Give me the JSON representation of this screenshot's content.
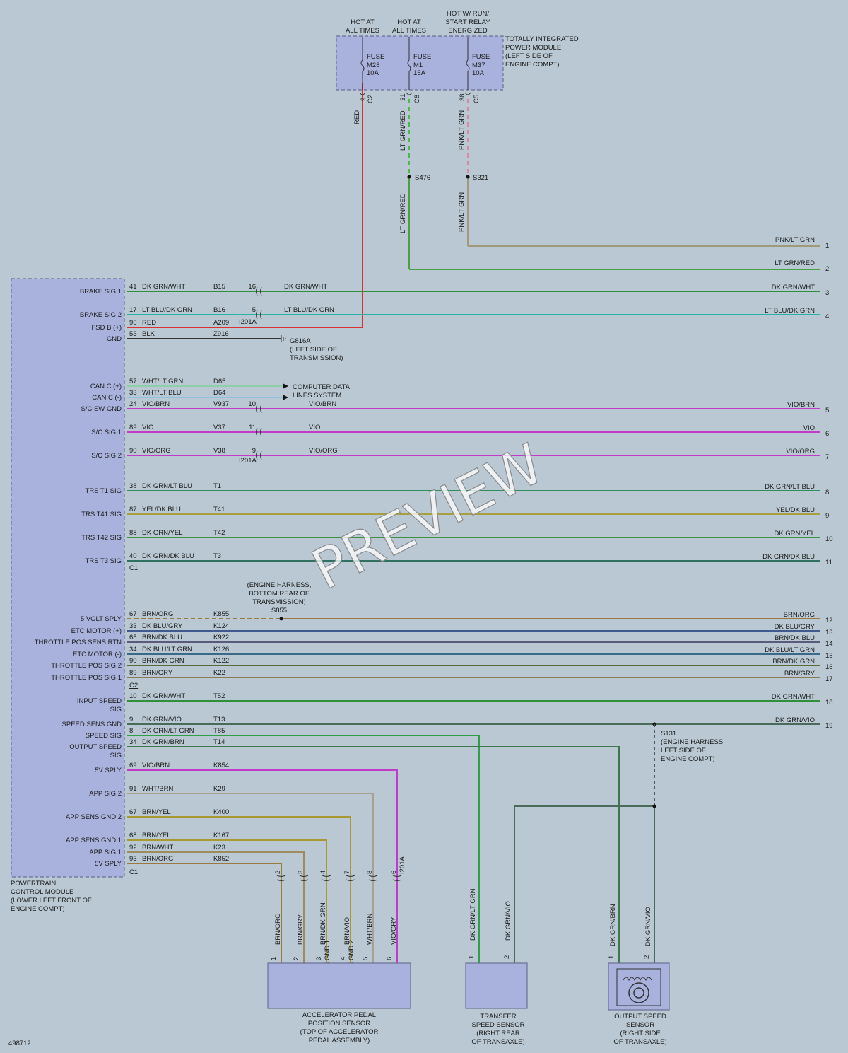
{
  "colors": {
    "background": "#b9c8d2",
    "module_fill": "#a9b2dc",
    "module_stroke": "#6b6e95"
  },
  "header_labels": {
    "hot1": [
      "HOT AT",
      "ALL TIMES"
    ],
    "hot2": [
      "HOT AT",
      "ALL TIMES"
    ],
    "hot3": [
      "HOT W/ RUN/",
      "START RELAY",
      "ENERGIZED"
    ]
  },
  "tipm": {
    "label": [
      "TOTALLY INTEGRATED",
      "POWER MODULE",
      "(LEFT SIDE OF",
      "ENGINE COMPT)"
    ],
    "fuses": [
      {
        "name": "FUSE",
        "id": "M28",
        "rating": "10A",
        "pin": "9",
        "conn": "C2"
      },
      {
        "name": "FUSE",
        "id": "M1",
        "rating": "15A",
        "pin": "31",
        "conn": "C8"
      },
      {
        "name": "FUSE",
        "id": "M37",
        "rating": "10A",
        "pin": "38",
        "conn": "C5"
      }
    ],
    "wire_labels": [
      "RED",
      "LT GRN/RED",
      "PNK/LT GRN",
      "LT GRN/RED",
      "PNK/LT GRN"
    ],
    "splices": [
      "S476",
      "S321"
    ]
  },
  "pcm": {
    "label": [
      "POWERTRAIN",
      "CONTROL MODULE",
      "(LOWER LEFT FRONT OF",
      "ENGINE COMPT)"
    ],
    "conn_c1": "C1",
    "conn_c2": "C2",
    "conn_c1b": "C1"
  },
  "circuits": [
    {
      "sig": "BRAKE SIG 1",
      "pin": "41",
      "color_label": "DK GRN/WHT",
      "code": "B15",
      "inline": "16",
      "mid": "DK GRN/WHT",
      "right": "DK GRN/WHT",
      "num": "3",
      "wire": "#2f8f3a"
    },
    {
      "sig": "BRAKE SIG 2",
      "pin": "17",
      "color_label": "LT BLU/DK GRN",
      "code": "B16",
      "inline": "5",
      "mid": "LT BLU/DK GRN",
      "right": "LT BLU/DK GRN",
      "num": "4",
      "wire": "#2ab3a5"
    },
    {
      "sig": "FSD B (+)",
      "pin": "96",
      "color_label": "RED",
      "code": "A209",
      "wire": "#d93030"
    },
    {
      "sig": "GND",
      "pin": "53",
      "color_label": "BLK",
      "code": "Z916",
      "wire": "#333333"
    },
    {
      "sig": "CAN C (+)",
      "pin": "57",
      "color_label": "WHT/LT GRN",
      "code": "D65",
      "wire": "#8fcfa8"
    },
    {
      "sig": "CAN C (-)",
      "pin": "33",
      "color_label": "WHT/LT BLU",
      "code": "D64",
      "wire": "#8fc0e0"
    },
    {
      "sig": "S/C SW GND",
      "pin": "24",
      "color_label": "VIO/BRN",
      "code": "V937",
      "inline": "10",
      "mid": "VIO/BRN",
      "right": "VIO/BRN",
      "num": "5",
      "wire": "#c23ac8"
    },
    {
      "sig": "S/C SIG 1",
      "pin": "89",
      "color_label": "VIO",
      "code": "V37",
      "inline": "11",
      "mid": "VIO",
      "right": "VIO",
      "num": "6",
      "wire": "#c23ac8"
    },
    {
      "sig": "S/C SIG 2",
      "pin": "90",
      "color_label": "VIO/ORG",
      "code": "V38",
      "inline": "9",
      "mid": "VIO/ORG",
      "right": "VIO/ORG",
      "num": "7",
      "wire": "#c23ac8"
    },
    {
      "sig": "TRS T1 SIG",
      "pin": "38",
      "color_label": "DK GRN/LT BLU",
      "code": "T1",
      "right": "DK GRN/LT BLU",
      "num": "8",
      "wire": "#2f8f5a"
    },
    {
      "sig": "TRS T41 SIG",
      "pin": "87",
      "color_label": "YEL/DK BLU",
      "code": "T41",
      "right": "YEL/DK BLU",
      "num": "9",
      "wire": "#a8a040"
    },
    {
      "sig": "TRS T42 SIG",
      "pin": "88",
      "color_label": "DK GRN/YEL",
      "code": "T42",
      "right": "DK GRN/YEL",
      "num": "10",
      "wire": "#3f9040"
    },
    {
      "sig": "TRS T3 SIG",
      "pin": "40",
      "color_label": "DK GRN/DK BLU",
      "code": "T3",
      "right": "DK GRN/DK BLU",
      "num": "11",
      "wire": "#2f7060"
    }
  ],
  "inline_conn": "I201A",
  "ground": {
    "id": "G816A",
    "label": [
      "(LEFT SIDE OF",
      "TRANSMISSION)"
    ]
  },
  "can_label": [
    "COMPUTER DATA",
    "LINES SYSTEM"
  ],
  "top_right": [
    {
      "label": "PNK/LT GRN",
      "num": "1"
    },
    {
      "label": "LT GRN/RED",
      "num": "2"
    }
  ],
  "splice_s855": {
    "label": [
      "(ENGINE HARNESS,",
      "BOTTOM REAR OF",
      "TRANSMISSION)"
    ],
    "id": "S855"
  },
  "c2_circuits": [
    {
      "sig": "5 VOLT SPLY",
      "pin": "67",
      "color_label": "BRN/ORG",
      "code": "K855",
      "right": "BRN/ORG",
      "num": "12",
      "wire": "#9a7a40"
    },
    {
      "sig": "ETC MOTOR (+)",
      "pin": "33",
      "color_label": "DK BLU/GRY",
      "code": "K124",
      "right": "DK BLU/GRY",
      "num": "13",
      "wire": "#405a90"
    },
    {
      "sig": "THROTTLE POS SENS RTN",
      "pin": "65",
      "color_label": "BRN/DK BLU",
      "code": "K922",
      "right": "BRN/DK BLU",
      "num": "14",
      "wire": "#5a5a7a"
    },
    {
      "sig": "ETC MOTOR (-)",
      "pin": "34",
      "color_label": "DK BLU/LT GRN",
      "code": "K126",
      "right": "DK BLU/LT GRN",
      "num": "15",
      "wire": "#3a6a8a"
    },
    {
      "sig": "THROTTLE POS SIG 2",
      "pin": "90",
      "color_label": "BRN/DK GRN",
      "code": "K122",
      "right": "BRN/DK GRN",
      "num": "16",
      "wire": "#5a6a3a"
    },
    {
      "sig": "THROTTLE POS SIG 1",
      "pin": "89",
      "color_label": "BRN/GRY",
      "code": "K22",
      "right": "BRN/GRY",
      "num": "17",
      "wire": "#8a7a5a"
    },
    {
      "sig": "INPUT SPEED SIG",
      "pin": "10",
      "color_label": "DK GRN/WHT",
      "code": "T52",
      "right": "DK GRN/WHT",
      "num": "18",
      "wire": "#2f8f3a"
    },
    {
      "sig": "SPEED SENS GND",
      "pin": "9",
      "color_label": "DK GRN/VIO",
      "code": "T13",
      "right": "DK GRN/VIO",
      "num": "19",
      "wire": "#4a6a5a"
    }
  ],
  "s131": {
    "id": "S131",
    "label": [
      "(ENGINE HARNESS,",
      "LEFT SIDE OF",
      "ENGINE COMPT)"
    ]
  },
  "lower_circuits": [
    {
      "sig": "SPEED SIG",
      "pin": "8",
      "color_label": "DK GRN/LT GRN",
      "code": "T85",
      "wire": "#2f9f4a"
    },
    {
      "sig": "OUTPUT SPEED SIG",
      "pin": "34",
      "color_label": "DK GRN/BRN",
      "code": "T14",
      "wire": "#3a7a4a"
    },
    {
      "sig": "5V SPLY",
      "pin": "69",
      "color_label": "VIO/BRN",
      "code": "K854",
      "wire": "#c23ac8"
    },
    {
      "sig": "APP SIG 2",
      "pin": "91",
      "color_label": "WHT/BRN",
      "code": "K29",
      "wire": "#a8a090"
    },
    {
      "sig": "APP SENS GND 2",
      "pin": "67",
      "color_label": "BRN/YEL",
      "code": "K400",
      "wire": "#a89a30"
    },
    {
      "sig": "APP SENS GND 1",
      "pin": "68",
      "color_label": "BRN/YEL",
      "code": "K167",
      "wire": "#a89a30"
    },
    {
      "sig": "APP SIG 1",
      "pin": "92",
      "color_label": "BRN/WHT",
      "code": "K23",
      "wire": "#a08a60"
    },
    {
      "sig": "5V SPLY",
      "pin": "93",
      "color_label": "BRN/ORG",
      "code": "K852",
      "wire": "#9a7a40"
    }
  ],
  "app_sensor": {
    "label": [
      "ACCELERATOR PEDAL",
      "POSITION SENSOR",
      "(TOP OF ACCELERATOR",
      "PEDAL ASSEMBLY)"
    ],
    "pins": [
      {
        "num": "1",
        "name": "5V SPLY",
        "wire_label": "BRN/ORG",
        "inline": "2"
      },
      {
        "num": "2",
        "name": "APP SIG 1",
        "wire_label": "BRN/GRY",
        "inline": "3"
      },
      {
        "num": "3",
        "name": "APP SENS GND 1",
        "wire_label": "BRN/DK GRN",
        "inline": "4"
      },
      {
        "num": "4",
        "name": "APP SENS GND 2",
        "wire_label": "BRN/VIO",
        "inline": "7"
      },
      {
        "num": "5",
        "name": "APP SIG 2",
        "wire_label": "WHT/BRN",
        "inline": "8"
      },
      {
        "num": "6",
        "name": "5V SPLY",
        "wire_label": "VIO/GRY",
        "inline": "6"
      }
    ]
  },
  "transfer_sensor": {
    "label": [
      "TRANSFER",
      "SPEED SENSOR",
      "(RIGHT REAR",
      "OF TRANSAXLE)"
    ],
    "pins": [
      {
        "num": "1",
        "name": "SPEED SIG",
        "wire_label": "DK GRN/LT GRN"
      },
      {
        "num": "2",
        "name": "SENS GND",
        "wire_label": "DK GRN/VIO"
      }
    ]
  },
  "output_sensor": {
    "label": [
      "OUTPUT SPEED",
      "SENSOR",
      "(RIGHT SIDE",
      "OF TRANSAXLE)"
    ],
    "pins": [
      {
        "num": "1",
        "wire_label": "DK GRN/BRN"
      },
      {
        "num": "2",
        "wire_label": "DK GRN/VIO"
      }
    ]
  },
  "diagram_id": "498712",
  "watermark": "PREVIEW"
}
